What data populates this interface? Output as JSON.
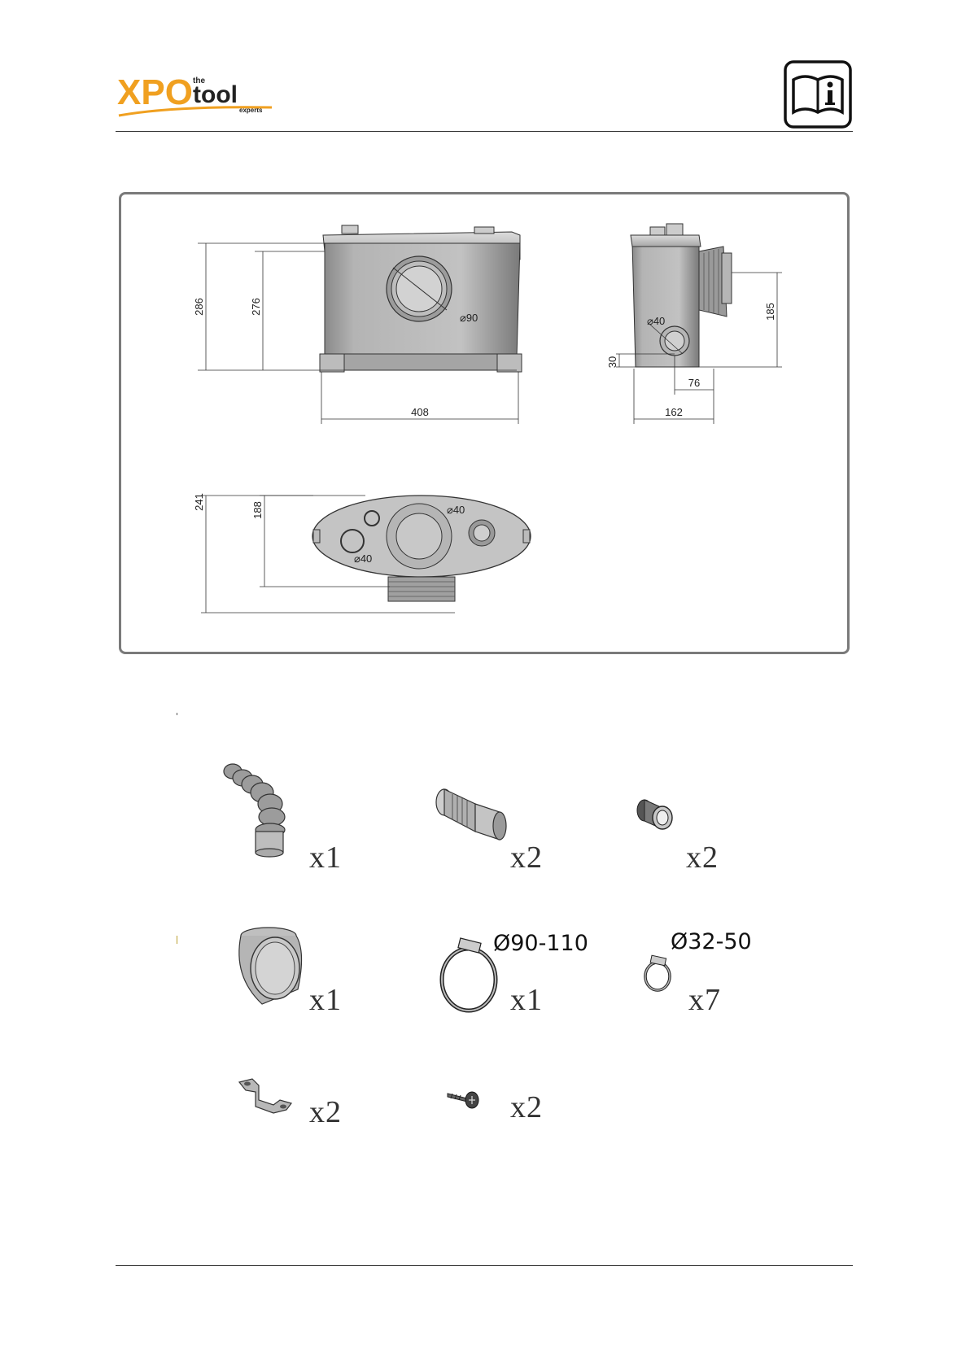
{
  "header": {
    "brand_prefix": "XPO",
    "brand_the": "the",
    "brand_word": "tool",
    "brand_sub": "experts",
    "brand_color": "#f0a020",
    "manual_icon": "book-info-icon"
  },
  "drawing": {
    "front_view": {
      "height_total": "286",
      "height_body": "276",
      "width": "408",
      "outlet_dia": "⌀90"
    },
    "side_view": {
      "inlet_dia": "⌀40",
      "outlet_height": "185",
      "inlet_height": "30",
      "inlet_offset": "76",
      "depth": "162"
    },
    "top_view": {
      "depth_total": "241",
      "depth_body": "188",
      "inlet_dia_a": "⌀40",
      "inlet_dia_b": "⌀40"
    }
  },
  "parts": [
    {
      "icon": "elbow-connector-icon",
      "qty": "x1"
    },
    {
      "icon": "straight-sleeve-icon",
      "qty": "x2"
    },
    {
      "icon": "small-connector-icon",
      "qty": "x2"
    },
    {
      "icon": "end-cap-icon",
      "qty": "x1"
    },
    {
      "icon": "large-hose-clamp-icon",
      "qty": "x1",
      "size": "Ø90-110"
    },
    {
      "icon": "small-hose-clamp-icon",
      "qty": "x7",
      "size": "Ø32-50"
    },
    {
      "icon": "fixing-bracket-icon",
      "qty": "x2"
    },
    {
      "icon": "screw-icon",
      "qty": "x2"
    }
  ]
}
